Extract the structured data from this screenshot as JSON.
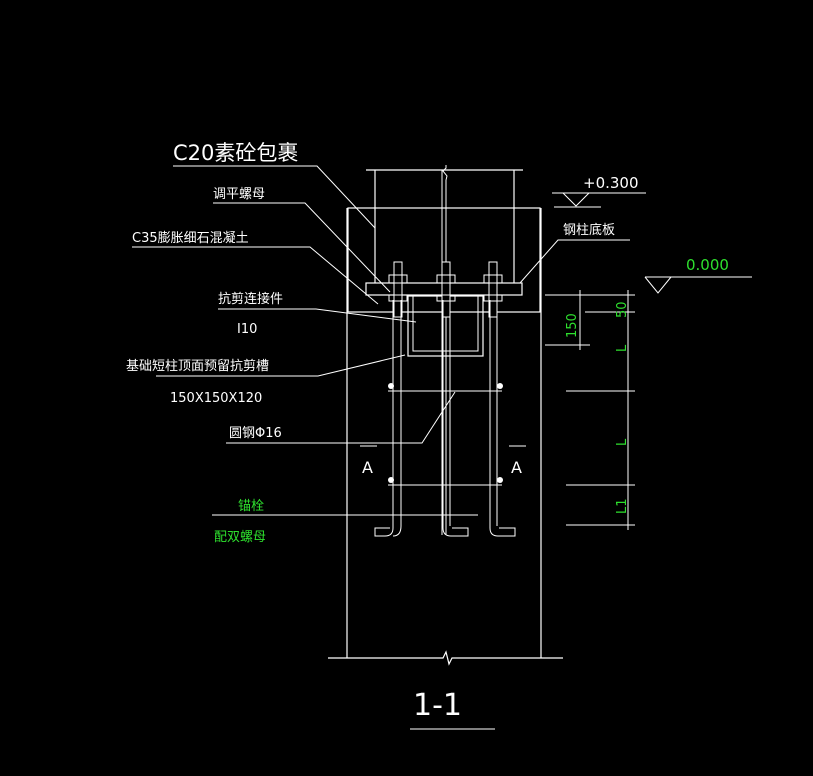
{
  "labels": {
    "c20": "C20素砼包裹",
    "leveling_nut": "调平螺母",
    "c35": "C35膨胀细石混凝土",
    "shear_connector": "抗剪连接件",
    "i10": "I10",
    "shear_slot": "基础短柱顶面预留抗剪槽",
    "slot_size": "150X150X120",
    "round_steel": "圆钢Φ16",
    "section_a_left": "A",
    "section_a_right": "A",
    "anchor_bolt": "锚栓",
    "double_nut": "配双螺母",
    "base_plate": "钢柱底板"
  },
  "elevations": {
    "top": "+0.300",
    "ground": "0.000"
  },
  "dimensions": {
    "d150": "150",
    "d50": "50",
    "L_a": "L",
    "L_b": "L",
    "L1": "L1"
  },
  "title": "1-1",
  "colors": {
    "line": "#ffffff",
    "dimension_text": "#2ee02e"
  }
}
